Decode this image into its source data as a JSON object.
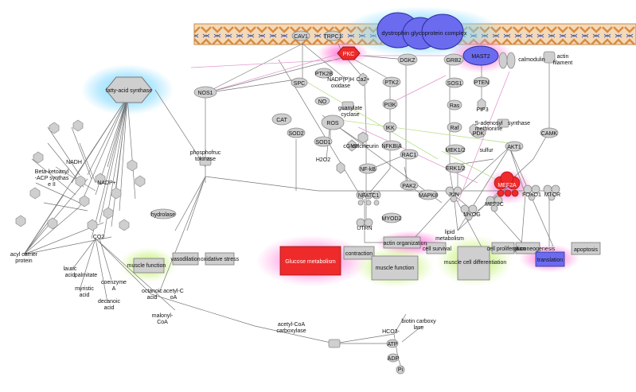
{
  "colors": {
    "node_fill": "#cfcfcf",
    "node_stroke": "#8a8a8a",
    "highlight_red": "#ee2a2a",
    "highlight_blue": "#6b6bf0",
    "halo_blue": "#7fd8ff",
    "halo_pink": "#ff66cc",
    "halo_green": "#b9ef5a",
    "membrane_orange": "#e8a462",
    "edge": "#666666"
  },
  "nodes": {
    "fatty_acid_synthase": "fatty-acid synthase",
    "dystrophin": "dystrophin glycoprotein complex",
    "cav1": "CAV1",
    "trpc1": "TRPC1",
    "pkc": "PKC",
    "dgkz": "DGKZ",
    "grb2": "GRB2",
    "mast2": "MAST2",
    "calmodulin": "calmodulin",
    "actin_filament": "actin\nfilament",
    "nos1": "NOS1",
    "ptk2b": "PTK2B",
    "nadph": "NADP(P)H\noxidase",
    "spc": "SPC",
    "ca2": "Ca2+",
    "ptk2": "PTK2",
    "sos1": "SOS1",
    "pten": "PTEN",
    "no": "NO",
    "guanylate": "guanylate\ncyclase",
    "pi3k": "PI3K",
    "ras": "Ras",
    "pip3": "PIP3",
    "cat": "CAT",
    "ros": "ROS",
    "ikk": "IKK",
    "sod2": "SOD2",
    "nfkbia": "NFKBIA",
    "raf": "Raf",
    "sadenosyl": "S-adenosyl\nmethionine",
    "synthase": "synthase",
    "pdk": "PDK",
    "camk": "CAMK",
    "sod1": "SOD1",
    "cgmp": "cGMP",
    "calcineurin": "calcineurin",
    "rac1": "RAC1",
    "mek12": "MEK1/2",
    "akt1": "AKT1",
    "sulfur": "sulfur",
    "h2o2": "H2O2",
    "nfkb": "NF-kB",
    "erk12": "ERK1/2",
    "phosphofruc": "phosphofruc\ntokinase",
    "pak2": "PAK2",
    "nfatc1": "NFATC1",
    "mapk8": "MAPK8",
    "jun": "JUN",
    "mef2a": "MEF2A",
    "foxo1": "FOXO1",
    "mtor": "MTOR",
    "mef2c": "MEF2C",
    "hydrolase": "hydrolase",
    "myod2": "MYOD2",
    "myog": "MYOG",
    "nadh": "NADH",
    "betaketo": "Beta-ketoacyl\n-ACP synthas\ne II",
    "nadp": "NADP+",
    "co2": "CO2",
    "utrn": "UTRN",
    "lipid": "lipid\nmetabolism",
    "acyl_carrier": "acyl carrier\nprotein",
    "lauric": "lauric\nacid",
    "palmitate": "palmitate",
    "myristic": "myristic\nacid",
    "coenzymeA": "coenzyme\nA",
    "decanoic": "decanoic\nacid",
    "octanoic": "octanoic\nacid",
    "acetylcoa": "acetyl-C\noA",
    "malonylcoa": "malonyl-\nCoA",
    "acc": "acetyl-CoA\ncarboxylase",
    "biotin": "biotin carboxy\nlase",
    "hco3": "HCO3-",
    "atp": "ATP",
    "adp": "ADP",
    "pi": "Pi"
  },
  "processes": {
    "muscle_function_left": "muscle function",
    "vasodilation": "vasodilation",
    "oxidative_stress": "oxidative stress",
    "glucose_metabolism": "Glucose metabolism",
    "contraction": "contraction",
    "actin_organization": "actin organization",
    "muscle_function_mid": "muscle function",
    "cell_survival": "cell survival",
    "cell_differentiation": "muscle cell differentiation",
    "cell_proliferation": "cell proliferation",
    "gluconeogenesis": "gluconeogenesis",
    "translation": "translation",
    "apoptosis": "apoptosis"
  }
}
